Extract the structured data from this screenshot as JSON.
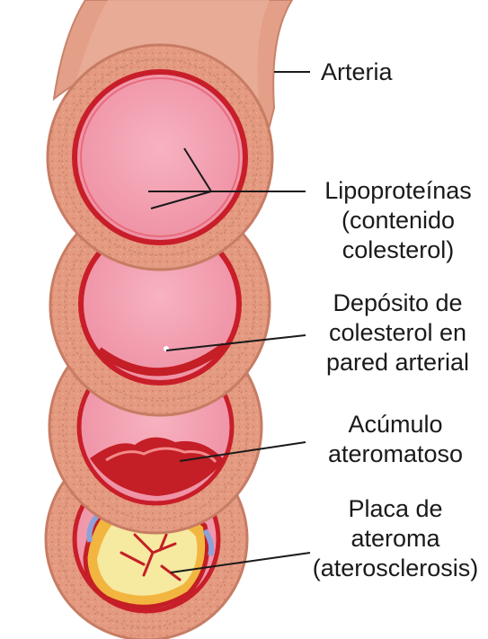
{
  "labels": {
    "arteria": [
      "Arteria"
    ],
    "lipoproteinas": [
      "Lipoproteínas",
      "(contenido",
      "colesterol)"
    ],
    "deposito": [
      "Depósito de",
      "colesterol en",
      "pared arterial"
    ],
    "acumulo": [
      "Acúmulo",
      "ateromatoso"
    ],
    "placa": [
      "Placa de",
      "ateroma",
      "(aterosclerosis)"
    ]
  },
  "colors": {
    "vessel_outer": "#e0957b",
    "vessel_tube": "#e8a48d",
    "wall_ring": "#d8846c",
    "lumen": "#f4a2b2",
    "intima_line": "#c81e2a",
    "plaque_red": "#c41e26",
    "atheroma_core": "#f6e9a0",
    "atheroma_edge": "#f2b640",
    "leader_line": "#1a1a1a"
  }
}
